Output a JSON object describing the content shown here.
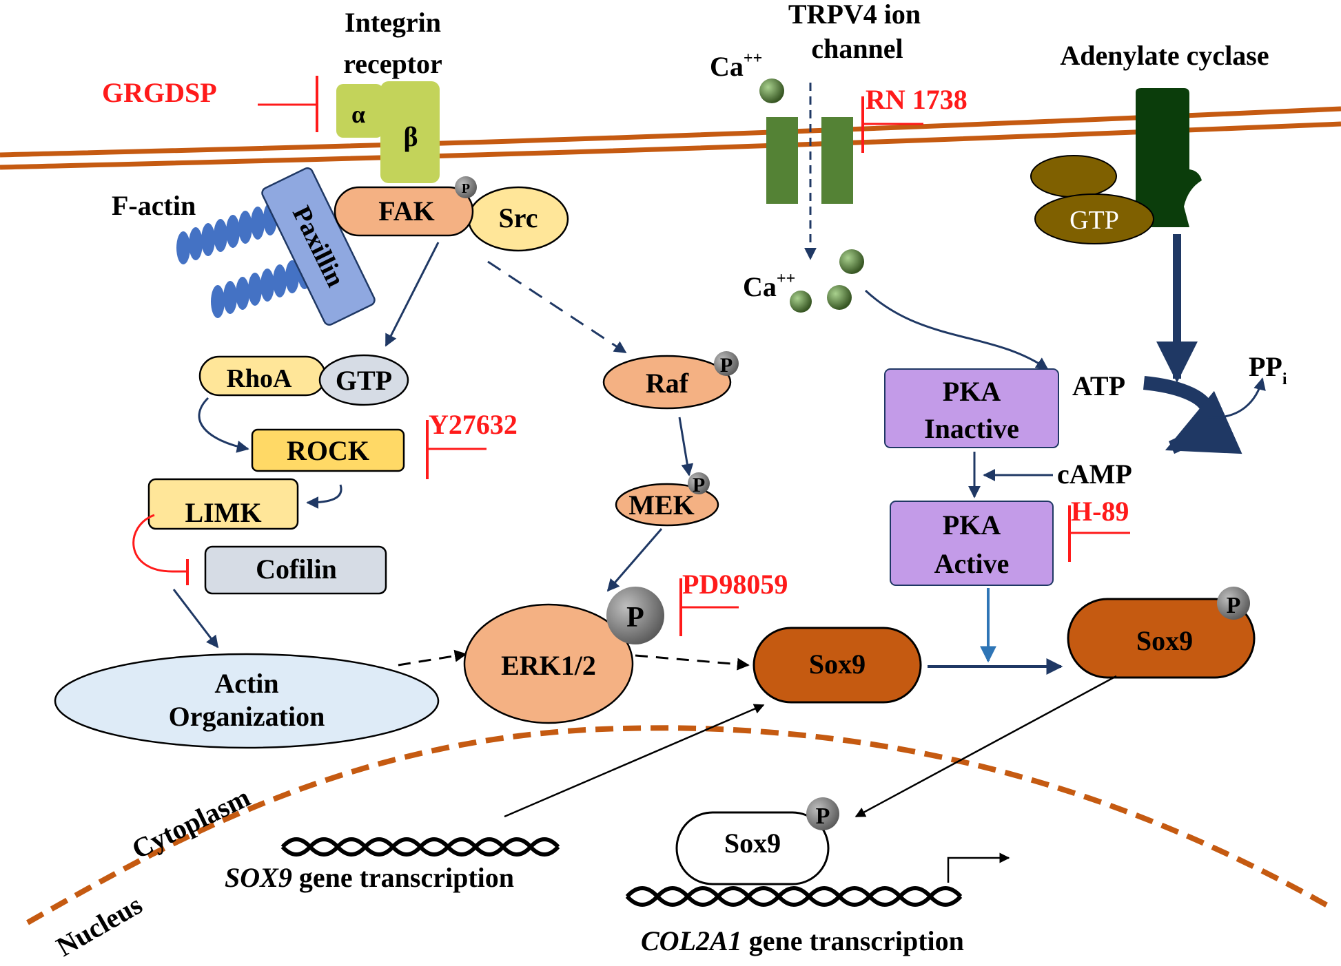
{
  "labels": {
    "integrin_line1": "Integrin",
    "integrin_line2": "receptor",
    "alpha": "α",
    "beta": "β",
    "fak": "FAK",
    "src": "Src",
    "paxillin": "Paxillin",
    "f_actin": "F-actin",
    "rhoa": "RhoA",
    "gtp_rho": "GTP",
    "rock": "ROCK",
    "limk": "LIMK",
    "cofilin": "Cofilin",
    "actin_org_line1": "Actin",
    "actin_org_line2": "Organization",
    "raf": "Raf",
    "mek": "MEK",
    "erk": "ERK1/2",
    "phospho": "P",
    "sox9": "Sox9",
    "trpv4_line1": "TRPV4 ion",
    "trpv4_line2": "channel",
    "ca": "Ca",
    "ca_sup": "++",
    "adenylate_cyclase": "Adenylate cyclase",
    "gtp_ac": "GTP",
    "atp": "ATP",
    "ppi": "PP",
    "ppi_sub": "i",
    "camp": "cAMP",
    "pka_inactive_line1": "PKA",
    "pka_inactive_line2": "Inactive",
    "pka_active_line1": "PKA",
    "pka_active_line2": "Active",
    "cytoplasm": "Cytoplasm",
    "nucleus": "Nucleus",
    "sox9_gene_italic": "SOX9",
    "sox9_gene_rest": " gene transcription",
    "col2a1_gene_italic": "COL2A1",
    "col2a1_gene_rest": " gene transcription"
  },
  "inhibitors": {
    "grgdsp": "GRGDSP",
    "rn1738": "RN 1738",
    "y27632": "Y27632",
    "pd98059": "PD98059",
    "h89": "H-89"
  },
  "colors": {
    "membrane": "#c55a11",
    "inhibitor": "#ff1a1a",
    "arrow": "#1f3864",
    "integrin": "#c3d35a",
    "fak": "#f4b183",
    "src": "#ffe699",
    "paxillin": "#8fa8e0",
    "factin": "#4472c4",
    "rock": "#ffd966",
    "cofilin": "#d6dce5",
    "actin_org": "#deebf7",
    "pka": "#c39be8",
    "sox9": "#c55a11",
    "trpv4": "#548235",
    "ac": "#0b3d0b",
    "gtp_ac": "#7f6000",
    "phospho": "#808080"
  }
}
